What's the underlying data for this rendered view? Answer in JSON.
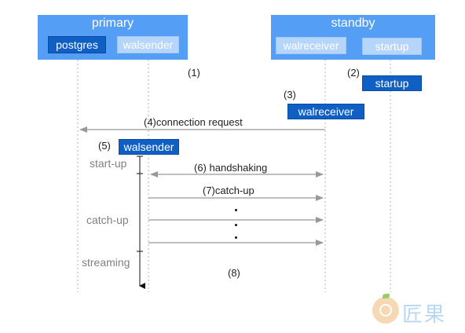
{
  "groups": {
    "primary": {
      "title": "primary",
      "processes": [
        "postgres",
        "walsender"
      ]
    },
    "standby": {
      "title": "standby",
      "processes": [
        "walreceiver",
        "startup"
      ]
    }
  },
  "steps": {
    "s1": "(1)",
    "s2": "(2)",
    "s2_box": "startup",
    "s3": "(3)",
    "s3_box": "walreceiver",
    "s4": "(4)connection request",
    "s5": "(5)",
    "s5_box": "walsender",
    "s6": "(6) handshaking",
    "s7": "(7)catch-up",
    "s8": "(8)"
  },
  "phases": [
    "start-up",
    "catch-up",
    "streaming"
  ],
  "watermark": {
    "text": "匠果"
  },
  "colors": {
    "group_fill": "#559ef5",
    "process_active": "#0f5fc4",
    "process_idle": "#b6d5fb",
    "arrow": "#999999",
    "lifeline": "#b0b0b0",
    "phase_text": "#808080"
  }
}
